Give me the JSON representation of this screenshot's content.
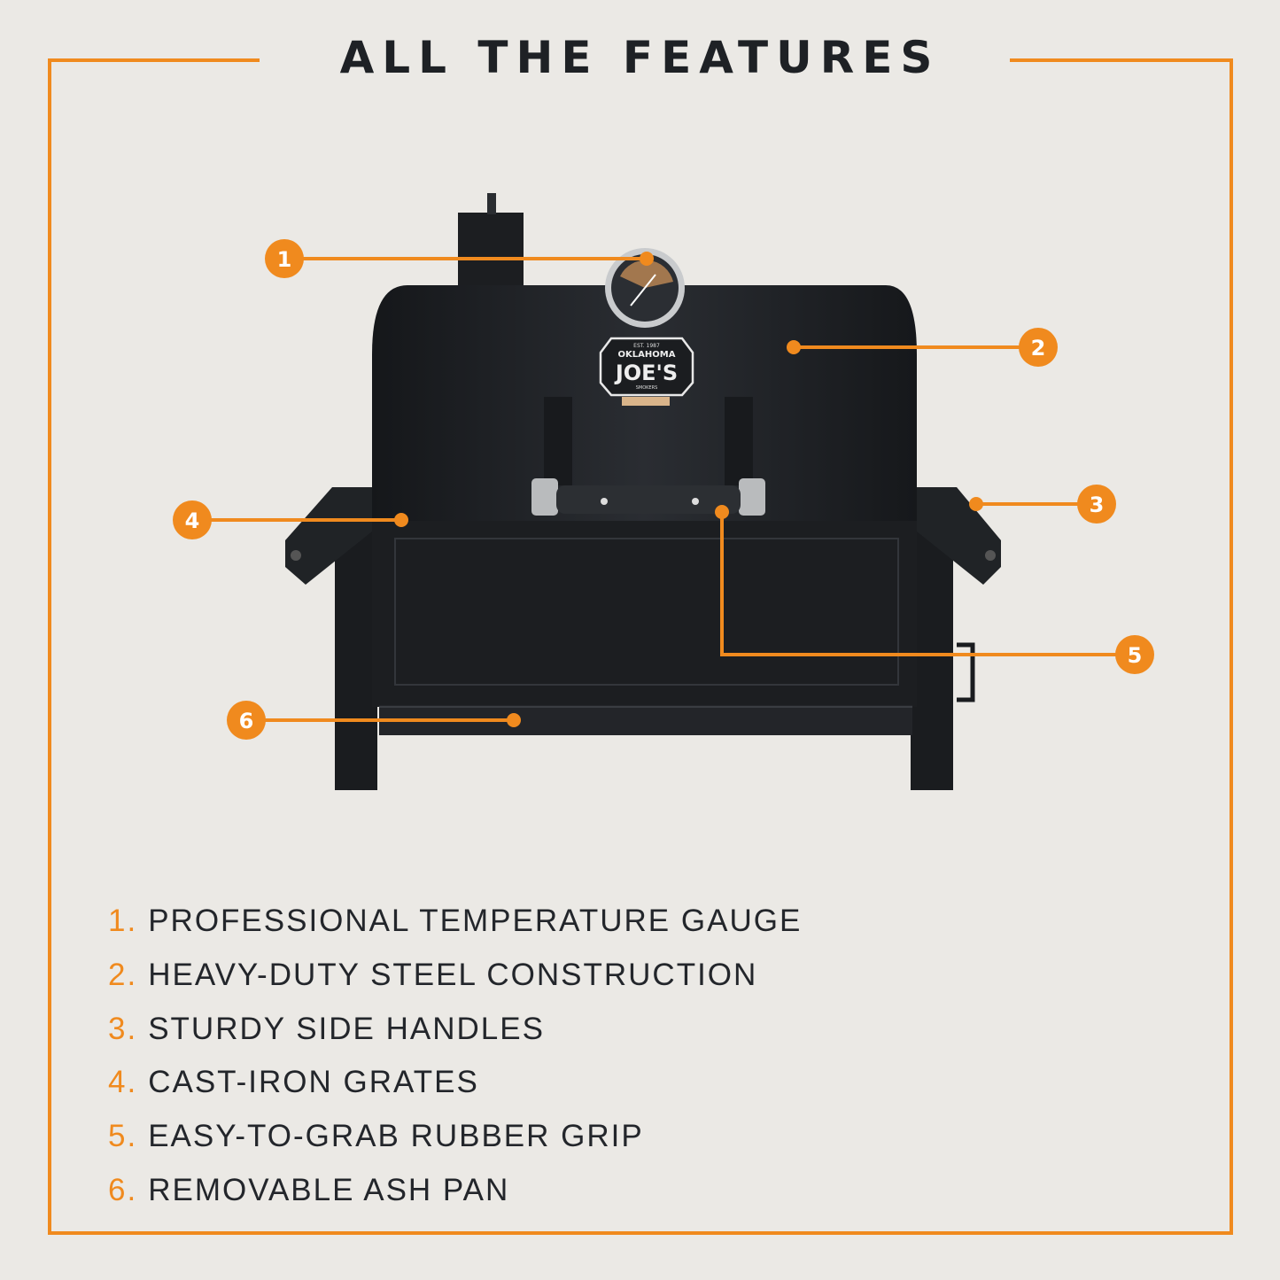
{
  "title": "ALL THE FEATURES",
  "colors": {
    "accent": "#f08a1e",
    "text": "#23262b",
    "background": "#ebe9e5",
    "grill": "#1f2226"
  },
  "product": {
    "brand_logo": {
      "top": "EST. 1987",
      "line1": "OKLAHOMA",
      "line2": "JOE'S",
      "line3": "SMOKERS"
    }
  },
  "callouts": [
    "1",
    "2",
    "3",
    "4",
    "5",
    "6"
  ],
  "features": [
    {
      "num": "1.",
      "label": "PROFESSIONAL TEMPERATURE GAUGE"
    },
    {
      "num": "2.",
      "label": "HEAVY-DUTY STEEL CONSTRUCTION"
    },
    {
      "num": "3.",
      "label": "STURDY SIDE HANDLES"
    },
    {
      "num": "4.",
      "label": "CAST-IRON GRATES"
    },
    {
      "num": "5.",
      "label": "EASY-TO-GRAB RUBBER GRIP"
    },
    {
      "num": "6.",
      "label": "REMOVABLE ASH PAN"
    }
  ]
}
